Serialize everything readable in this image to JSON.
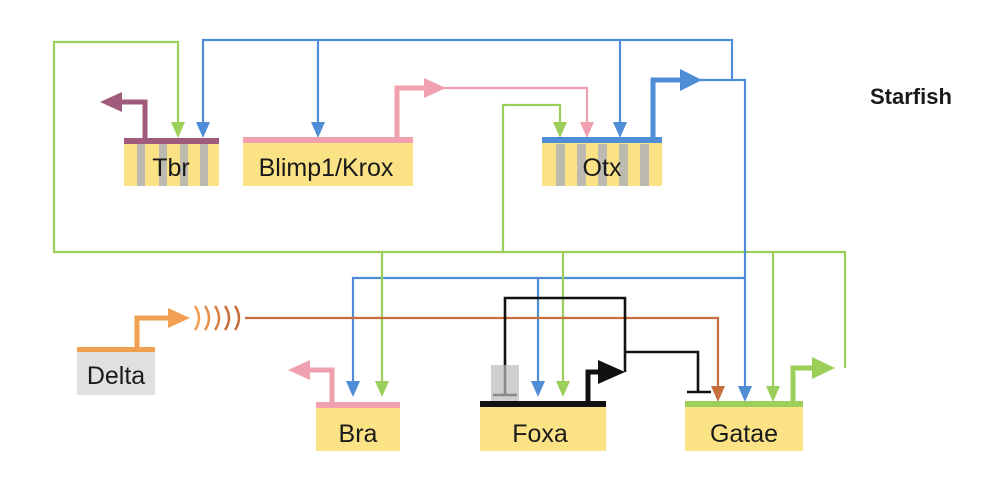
{
  "title": "Starfish",
  "colors": {
    "gene_box": "#fbe285",
    "gene_box_delta": "#e0e0e0",
    "stripe": "#bdbab0",
    "green": "#9bcf5a",
    "blue": "#4f8ed6",
    "pink": "#f0a0ae",
    "purple": "#a05a7c",
    "orange": "#f0a050",
    "brown": "#c86e3c",
    "black": "#111111"
  },
  "genes": [
    {
      "id": "tbr",
      "label": "Tbr",
      "bar_color": "purple"
    },
    {
      "id": "blimp1krox",
      "label": "Blimp1/Krox",
      "bar_color": "pink"
    },
    {
      "id": "otx",
      "label": "Otx",
      "bar_color": "blue"
    },
    {
      "id": "delta",
      "label": "Delta",
      "bar_color": "orange"
    },
    {
      "id": "bra",
      "label": "Bra",
      "bar_color": "pink"
    },
    {
      "id": "foxa",
      "label": "Foxa",
      "bar_color": "black"
    },
    {
      "id": "gatae",
      "label": "Gatae",
      "bar_color": "green"
    }
  ],
  "interactions": [
    {
      "from": "Gatae",
      "to": "Tbr",
      "type": "activation",
      "color": "green"
    },
    {
      "from": "Otx",
      "to": "Tbr",
      "type": "activation",
      "color": "blue"
    },
    {
      "from": "Otx",
      "to": "Blimp1/Krox",
      "type": "activation",
      "color": "blue"
    },
    {
      "from": "Otx",
      "to": "Otx",
      "type": "activation",
      "color": "blue"
    },
    {
      "from": "Blimp1/Krox",
      "to": "Otx",
      "type": "activation",
      "color": "pink"
    },
    {
      "from": "Gatae",
      "to": "Otx",
      "type": "activation",
      "color": "green"
    },
    {
      "from": "Otx",
      "to": "Bra",
      "type": "activation",
      "color": "blue"
    },
    {
      "from": "Gatae",
      "to": "Bra",
      "type": "activation",
      "color": "green"
    },
    {
      "from": "Otx",
      "to": "Foxa",
      "type": "activation",
      "color": "blue"
    },
    {
      "from": "Gatae",
      "to": "Foxa",
      "type": "activation",
      "color": "green"
    },
    {
      "from": "Foxa",
      "to": "Foxa",
      "type": "repression",
      "color": "black"
    },
    {
      "from": "Foxa",
      "to": "Gatae",
      "type": "repression",
      "color": "black"
    },
    {
      "from": "Delta",
      "to": "Gatae",
      "type": "signaling",
      "color": "brown"
    },
    {
      "from": "Otx",
      "to": "Gatae",
      "type": "activation",
      "color": "blue"
    },
    {
      "from": "Gatae",
      "to": "Gatae",
      "type": "activation",
      "color": "green"
    }
  ]
}
